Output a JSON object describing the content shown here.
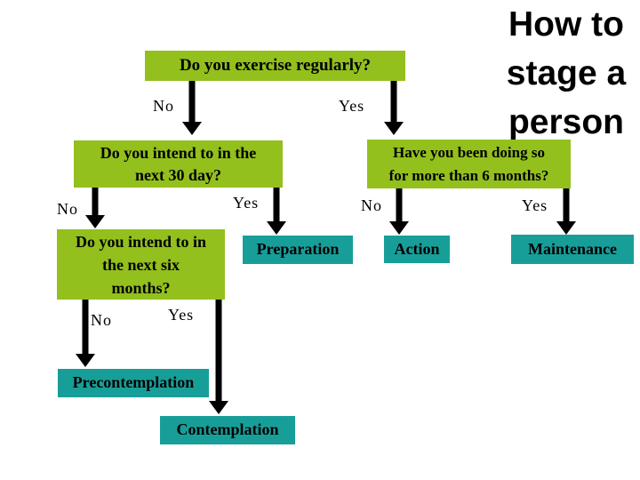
{
  "title": {
    "text": "How to\nstage a\nperson"
  },
  "colors": {
    "question_box": "#93C01D",
    "stage_box": "#189E99",
    "arrow": "#000000",
    "text": "#000000",
    "background": "#FFFFFF"
  },
  "nodes": {
    "exercise": {
      "label": "Do you exercise regularly?",
      "type": "question"
    },
    "intend30": {
      "label": "Do you intend to in the\nnext 30 day?",
      "type": "question"
    },
    "doing6": {
      "label": "Have you been doing so\nfor more than 6 months?",
      "type": "question"
    },
    "intend6": {
      "label": "Do you intend to in\nthe next six\nmonths?",
      "type": "question"
    },
    "preparation": {
      "label": "Preparation",
      "type": "stage"
    },
    "action": {
      "label": "Action",
      "type": "stage"
    },
    "maintenance": {
      "label": "Maintenance",
      "type": "stage"
    },
    "precontemplation": {
      "label": "Precontemplation",
      "type": "stage"
    },
    "contemplation": {
      "label": "Contemplation",
      "type": "stage"
    }
  },
  "edge_labels": {
    "exercise_no": "No",
    "exercise_yes": "Yes",
    "intend30_no": "No",
    "intend30_yes": "Yes",
    "doing6_no": "No",
    "doing6_yes": "Yes",
    "intend6_no": "No",
    "intend6_yes": "Yes"
  }
}
